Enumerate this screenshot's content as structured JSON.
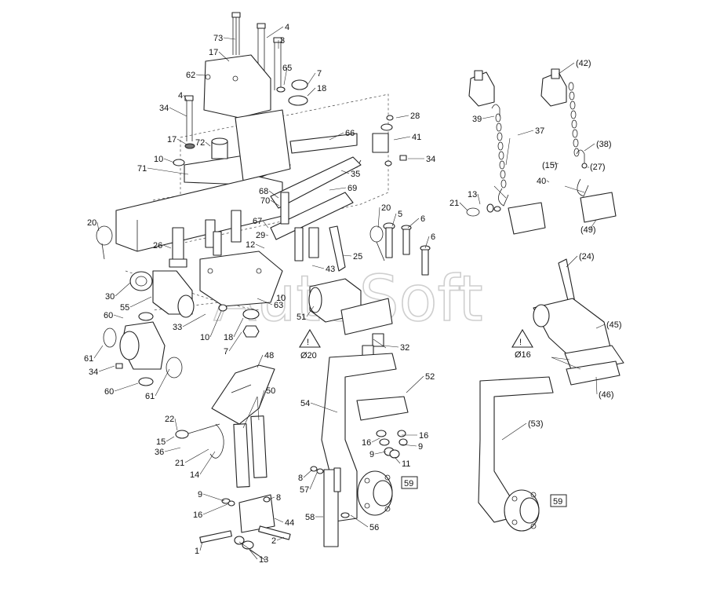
{
  "watermark": "AutoSoft",
  "labels": [
    "73",
    "4",
    "3",
    "17",
    "65",
    "7",
    "62",
    "18",
    "4",
    "34",
    "28",
    "66",
    "41",
    "17",
    "72",
    "34",
    "10",
    "35",
    "71",
    "69",
    "68",
    "70",
    "20",
    "67",
    "29",
    "12",
    "43",
    "26",
    "30",
    "55",
    "60",
    "61",
    "34",
    "60",
    "61",
    "33",
    "10",
    "18",
    "7",
    "63",
    "10",
    "51",
    "25",
    "20",
    "5",
    "6",
    "6",
    "39",
    "37",
    "(42)",
    "(38)",
    "(15)",
    "(27)",
    "40",
    "13",
    "21",
    "(49)",
    "(24)",
    "(45)",
    "(46)",
    "48",
    "50",
    "22",
    "15",
    "36",
    "21",
    "14",
    "54",
    "52",
    "32",
    "16",
    "9",
    "16",
    "9",
    "11",
    "8",
    "57",
    "58",
    "56",
    "9",
    "16",
    "8",
    "44",
    "1",
    "2",
    "13",
    "(53)"
  ],
  "callouts": {
    "box_59_a": "59",
    "box_59_b": "59"
  },
  "dimensions": {
    "dia20": "Ø20",
    "dia16": "Ø16"
  },
  "warning_symbol": "!"
}
